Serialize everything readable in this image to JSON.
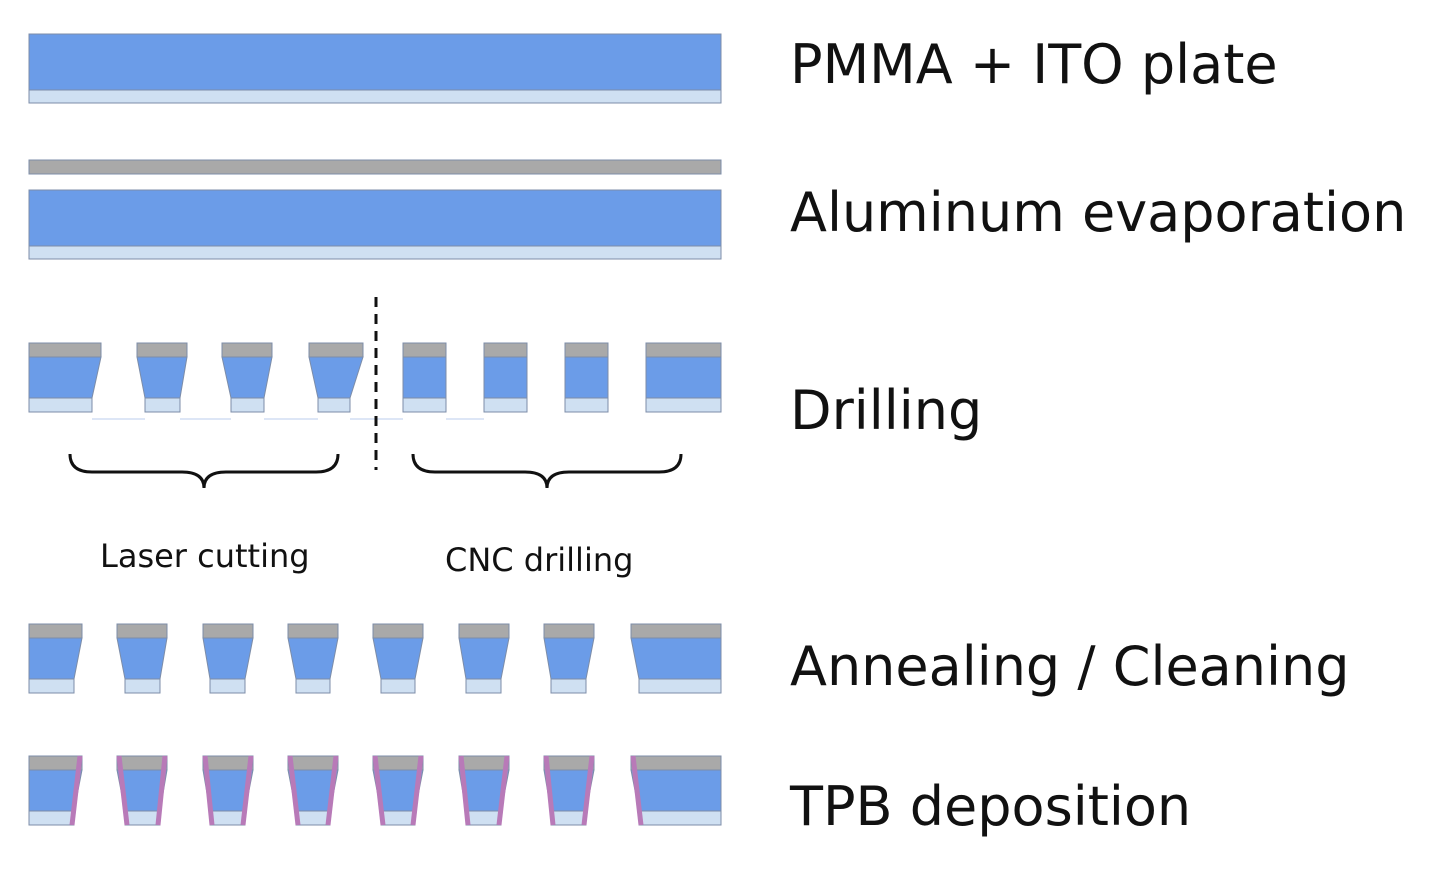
{
  "steps": [
    {
      "label": "PMMA + ITO plate"
    },
    {
      "label": "Aluminum evaporation"
    },
    {
      "label": "Drilling"
    },
    {
      "label": "Annealing / Cleaning"
    },
    {
      "label": "TPB deposition"
    }
  ],
  "drilling_methods": {
    "laser": "Laser cutting",
    "cnc": "CNC drilling"
  },
  "colors": {
    "pmma": "#6b9ce8",
    "ito": "#cfe0f2",
    "aluminum": "#a9a9a9",
    "tpb": "#b87ab8",
    "outline": "#7d8da8",
    "ink": "#111111"
  }
}
